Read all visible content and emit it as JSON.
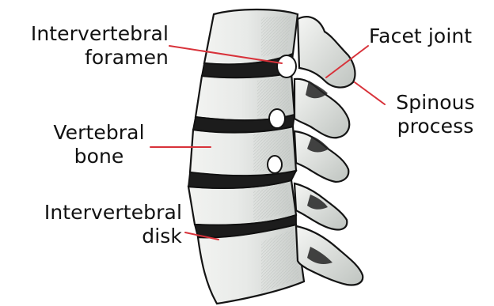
{
  "diagram": {
    "labels": {
      "intervertebral_foramen": {
        "line1": "Intervertebral",
        "line2": "foramen"
      },
      "facet_joint": {
        "line1": "Facet joint"
      },
      "spinous_process": {
        "line1": "Spinous",
        "line2": "process"
      },
      "vertebral_bone": {
        "line1": "Vertebral",
        "line2": "bone"
      },
      "intervertebral_disk": {
        "line1": "Intervertebral",
        "line2": "disk"
      }
    },
    "colors": {
      "leader_line": "#d8323a",
      "label_text": "#111111",
      "bone_fill": "#e9ebe9",
      "bone_shadow": "#a9aeaa",
      "outline": "#111111",
      "disc_fill": "#1c1c1c"
    }
  }
}
